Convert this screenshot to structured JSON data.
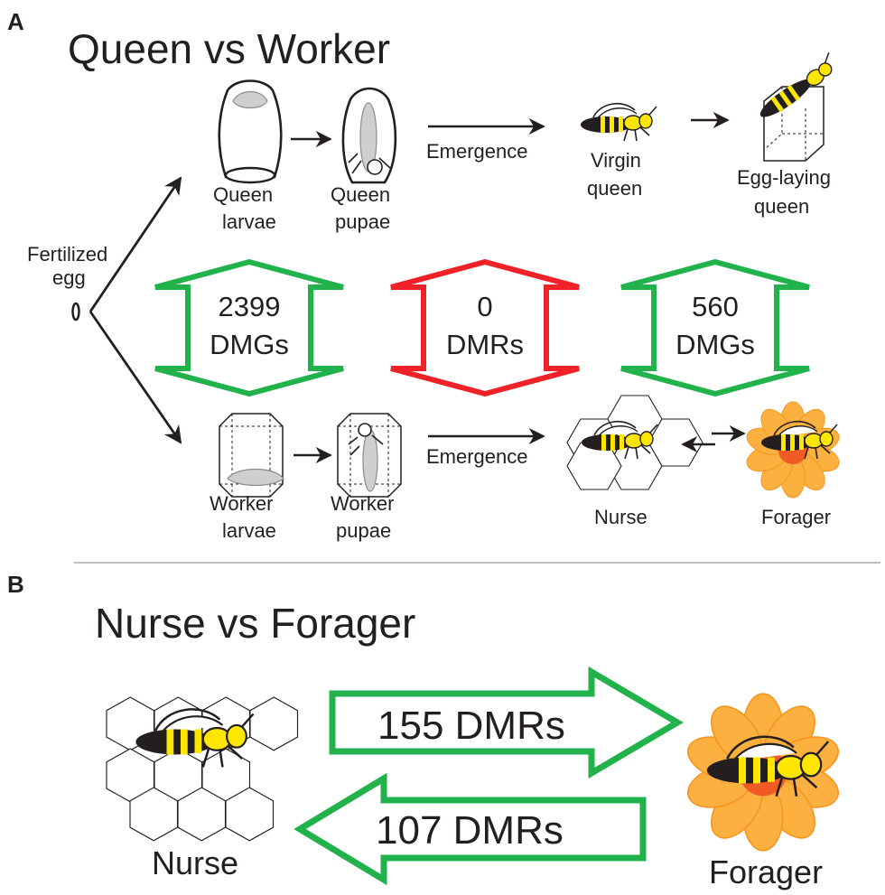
{
  "panel_a": {
    "letter": "A",
    "title": "Queen vs Worker",
    "egg_label": [
      "Fertilized",
      "egg"
    ],
    "queen_row": {
      "larvae": [
        "Queen",
        "larvae"
      ],
      "pupae": [
        "Queen",
        "pupae"
      ],
      "emergence": "Emergence",
      "virgin": [
        "Virgin",
        "queen"
      ],
      "egg_laying": [
        "Egg-laying",
        "queen"
      ]
    },
    "worker_row": {
      "larvae": [
        "Worker",
        "larvae"
      ],
      "pupae": [
        "Worker",
        "pupae"
      ],
      "emergence": "Emergence",
      "nurse": "Nurse",
      "forager": "Forager"
    },
    "comparisons": [
      {
        "value": "2399",
        "unit": "DMGs",
        "color": "#21b24b"
      },
      {
        "value": "0",
        "unit": "DMRs",
        "color": "#ee2227"
      },
      {
        "value": "560",
        "unit": "DMGs",
        "color": "#21b24b"
      }
    ]
  },
  "panel_b": {
    "letter": "B",
    "title": "Nurse vs Forager",
    "forward": "155 DMRs",
    "backward": "107 DMRs",
    "nurse": "Nurse",
    "forager": "Forager",
    "arrow_color": "#21b24b"
  },
  "colors": {
    "bee_yellow": "#ffe600",
    "bee_black": "#231f20",
    "flower_petal": "#fbb040",
    "flower_center": "#f15a24",
    "divider": "#999999"
  }
}
